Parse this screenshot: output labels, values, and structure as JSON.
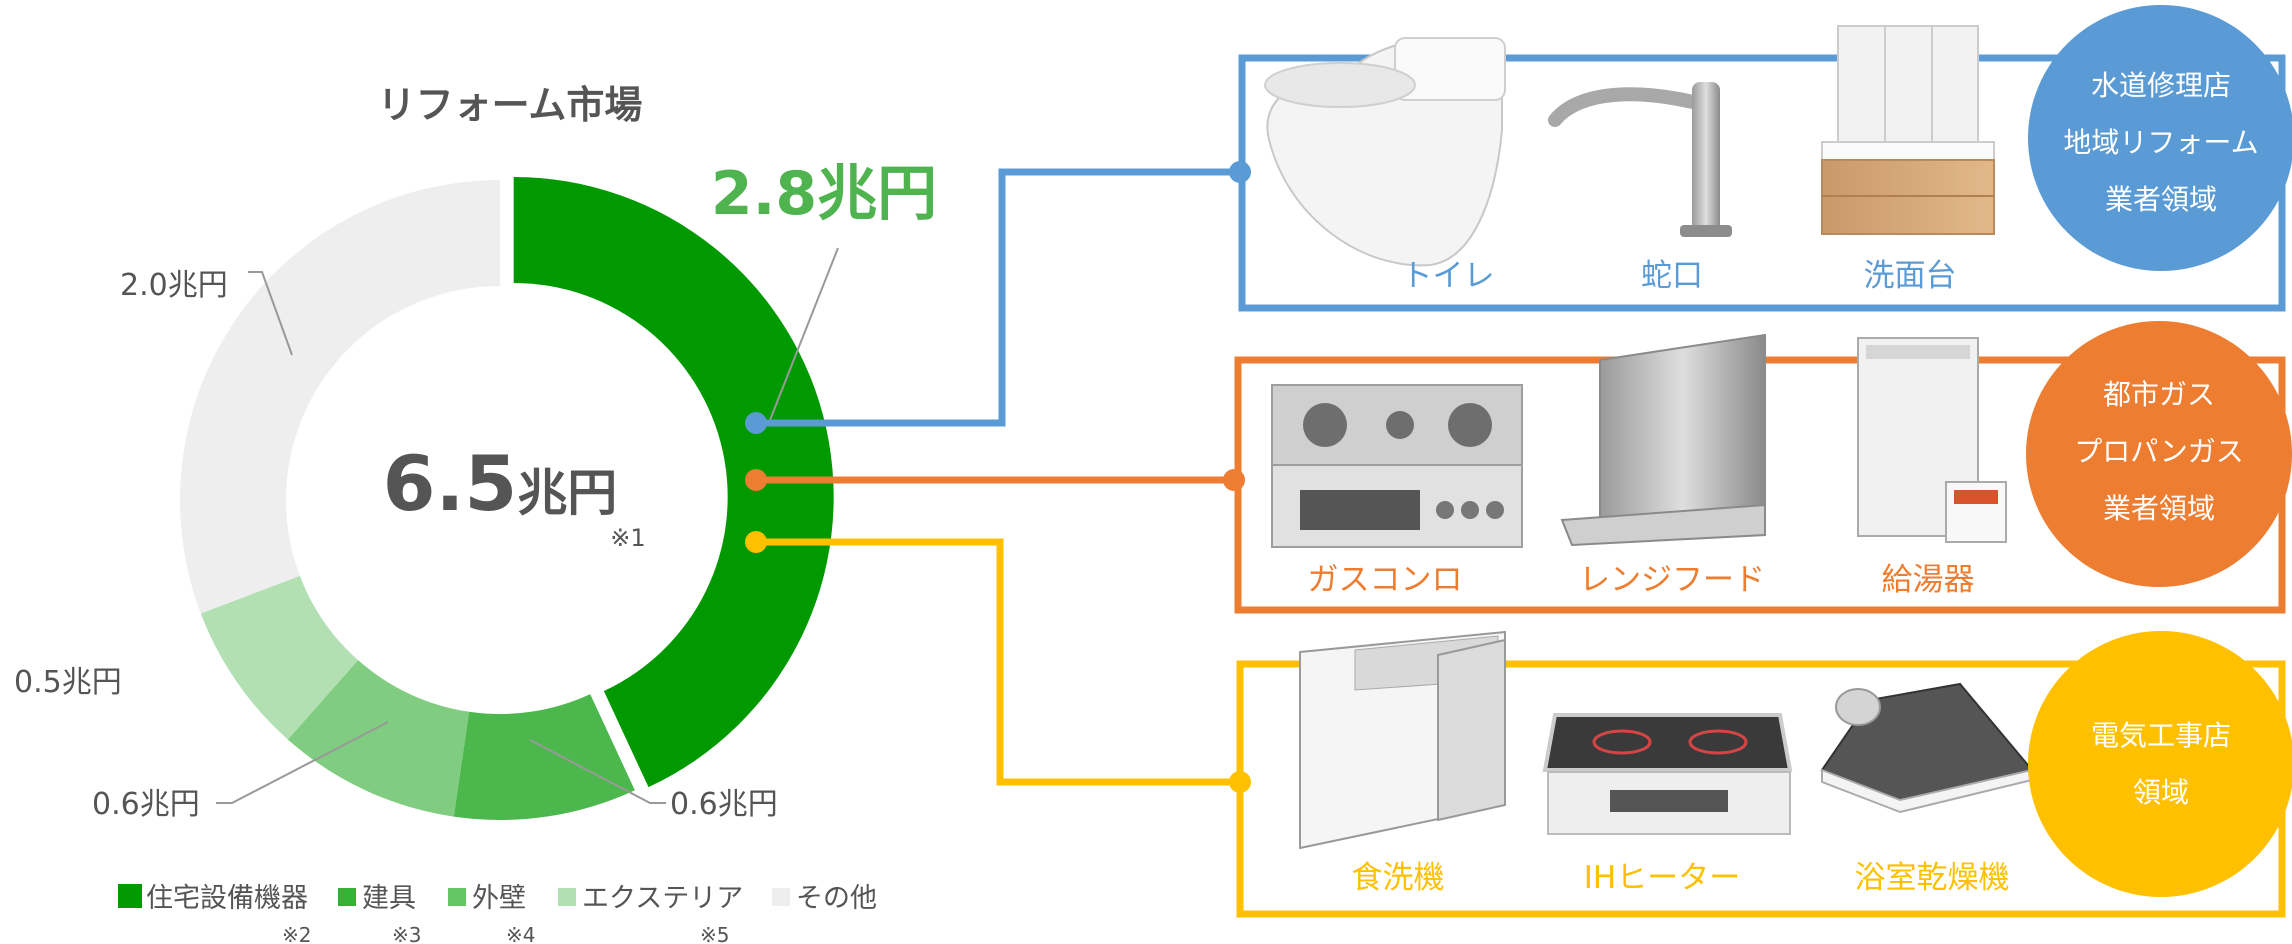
{
  "chart_data": {
    "type": "pie",
    "title": "リフォーム市場",
    "center_value": "6.5兆円",
    "center_note": "※1",
    "highlight_label": "2.8兆円",
    "slices": [
      {
        "name": "住宅設備機器",
        "value": 2.8,
        "label": "",
        "color": "#009a00"
      },
      {
        "name": "建具",
        "value": 0.6,
        "label": "0.6兆円",
        "color": "#4cb74c"
      },
      {
        "name": "外壁",
        "value": 0.6,
        "label": "0.6兆円",
        "color": "#80cc80"
      },
      {
        "name": "エクステリア",
        "value": 0.5,
        "label": "0.5兆円",
        "color": "#b3e0b3"
      },
      {
        "name": "その他",
        "value": 2.0,
        "label": "2.0兆円",
        "color": "#eeeeee"
      }
    ],
    "legend": [
      {
        "label": "住宅設備機器",
        "note": "※2",
        "color": "#009a00"
      },
      {
        "label": "建具",
        "note": "※3",
        "color": "#33b233"
      },
      {
        "label": "外壁",
        "note": "※4",
        "color": "#66c666"
      },
      {
        "label": "エクステリア",
        "note": "※5",
        "color": "#b3e0b3"
      },
      {
        "label": "その他",
        "note": "",
        "color": "#eeeeee"
      }
    ]
  },
  "groups": [
    {
      "color": "#5b9bd5",
      "items": [
        "トイレ",
        "蛇口",
        "洗面台"
      ],
      "badge": [
        "水道修理店",
        "地域リフォーム",
        "業者領域"
      ]
    },
    {
      "color": "#ed7d31",
      "items": [
        "ガスコンロ",
        "レンジフード",
        "給湯器"
      ],
      "badge": [
        "都市ガス",
        "プロパンガス",
        "業者領域"
      ]
    },
    {
      "color": "#ffc000",
      "items": [
        "食洗機",
        "IHヒーター",
        "浴室乾燥機"
      ],
      "badge": [
        "電気工事店",
        "領域"
      ]
    }
  ]
}
